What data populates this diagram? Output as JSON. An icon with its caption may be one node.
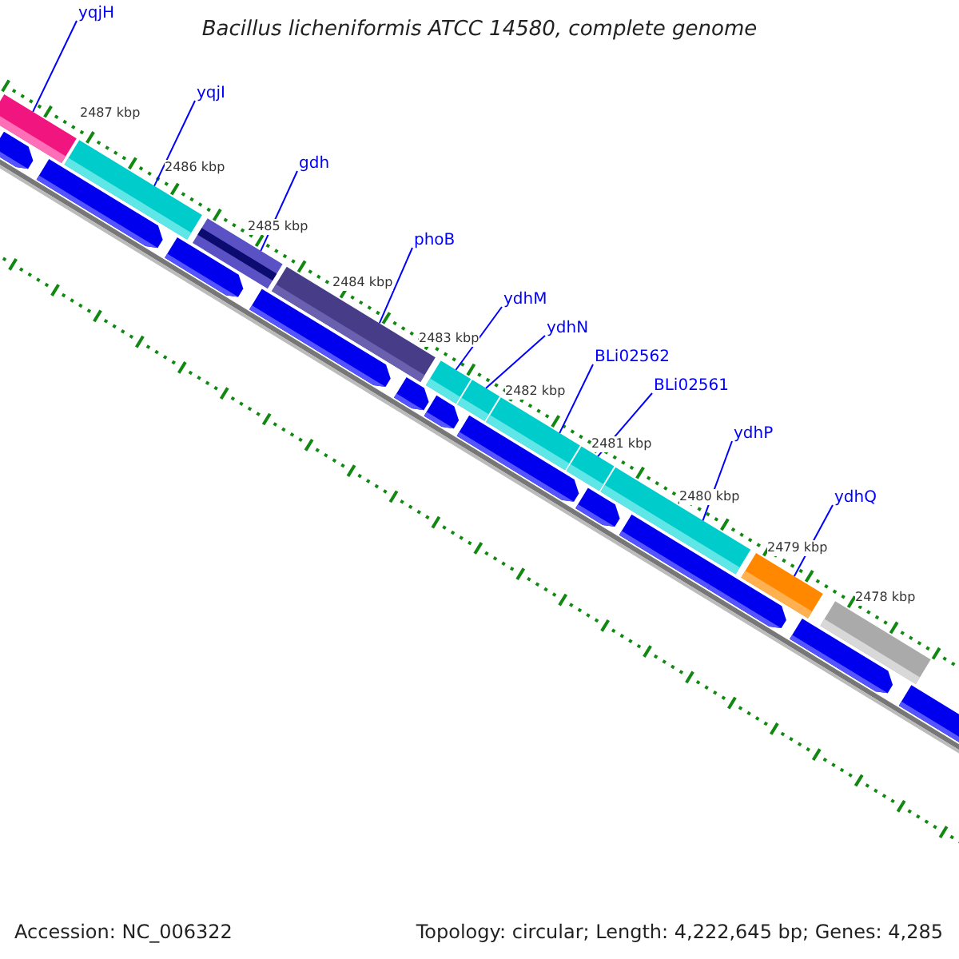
{
  "diagram": {
    "title": "Bacillus licheniformis ATCC 14580, complete genome",
    "nodes": [
      {
        "text": [
          "yqjH"
        ]
      },
      {
        "text": [
          "yqjI"
        ]
      },
      {
        "text": [
          "gdh"
        ]
      },
      {
        "text": [
          "phoB"
        ]
      },
      {
        "text": [
          "ydhM"
        ]
      },
      {
        "text": [
          "ydhN"
        ]
      },
      {
        "text": [
          "BLi02562"
        ]
      },
      {
        "text": [
          "BLi02561"
        ]
      },
      {
        "text": [
          "ydhP"
        ]
      },
      {
        "text": [
          "ydhQ"
        ]
      },
      {
        "text": [],
        "shape": "bar"
      },
      {
        "text": [],
        "shape": "bar"
      },
      {
        "text": [],
        "shape": "bar"
      },
      {
        "text": [],
        "shape": "bar"
      },
      {
        "text": [],
        "shape": "bar"
      },
      {
        "text": [],
        "shape": "bar"
      },
      {
        "text": [],
        "shape": "bar"
      },
      {
        "text": [],
        "shape": "bar"
      },
      {
        "text": [],
        "shape": "bar"
      },
      {
        "text": [],
        "shape": "bar"
      },
      {
        "text": [],
        "shape": "bar"
      },
      {
        "text": [],
        "shape": "bar"
      },
      {
        "text": [],
        "shape": "bar"
      },
      {
        "text": [],
        "shape": "bar"
      },
      {
        "text": [],
        "shape": "bar"
      },
      {
        "text": [],
        "shape": "bar"
      },
      {
        "text": [],
        "shape": "bar"
      },
      {
        "text": [],
        "shape": "bar"
      },
      {
        "text": [],
        "shape": "bar"
      },
      {
        "text": [],
        "shape": "bar"
      },
      {
        "text": [],
        "shape": "bar"
      },
      {
        "text": [],
        "shape": "bar"
      },
      {
        "text": [],
        "shape": "bar"
      }
    ],
    "edges": [
      {
        "from": 0,
        "to": 10,
        "arrow": "none"
      },
      {
        "from": 1,
        "to": 11,
        "arrow": "none"
      },
      {
        "from": 2,
        "to": 12,
        "arrow": "none"
      },
      {
        "from": 3,
        "to": 13,
        "arrow": "none"
      },
      {
        "from": 4,
        "to": 14,
        "arrow": "none"
      },
      {
        "from": 5,
        "to": 15,
        "arrow": "none"
      },
      {
        "from": 6,
        "to": 16,
        "arrow": "none"
      },
      {
        "from": 7,
        "to": 17,
        "arrow": "none"
      },
      {
        "from": 8,
        "to": 18,
        "arrow": "none"
      },
      {
        "from": 9,
        "to": 19,
        "arrow": "none"
      }
    ],
    "labels": [
      "2487 kbp",
      "2486 kbp",
      "2485 kbp",
      "2484 kbp",
      "2483 kbp",
      "2482 kbp",
      "2481 kbp",
      "2480 kbp",
      "2479 kbp",
      "2478 kbp",
      "Accession: NC_006322",
      "Topology: circular; Length: 4,222,645 bp; Genes: 4,285"
    ]
  }
}
